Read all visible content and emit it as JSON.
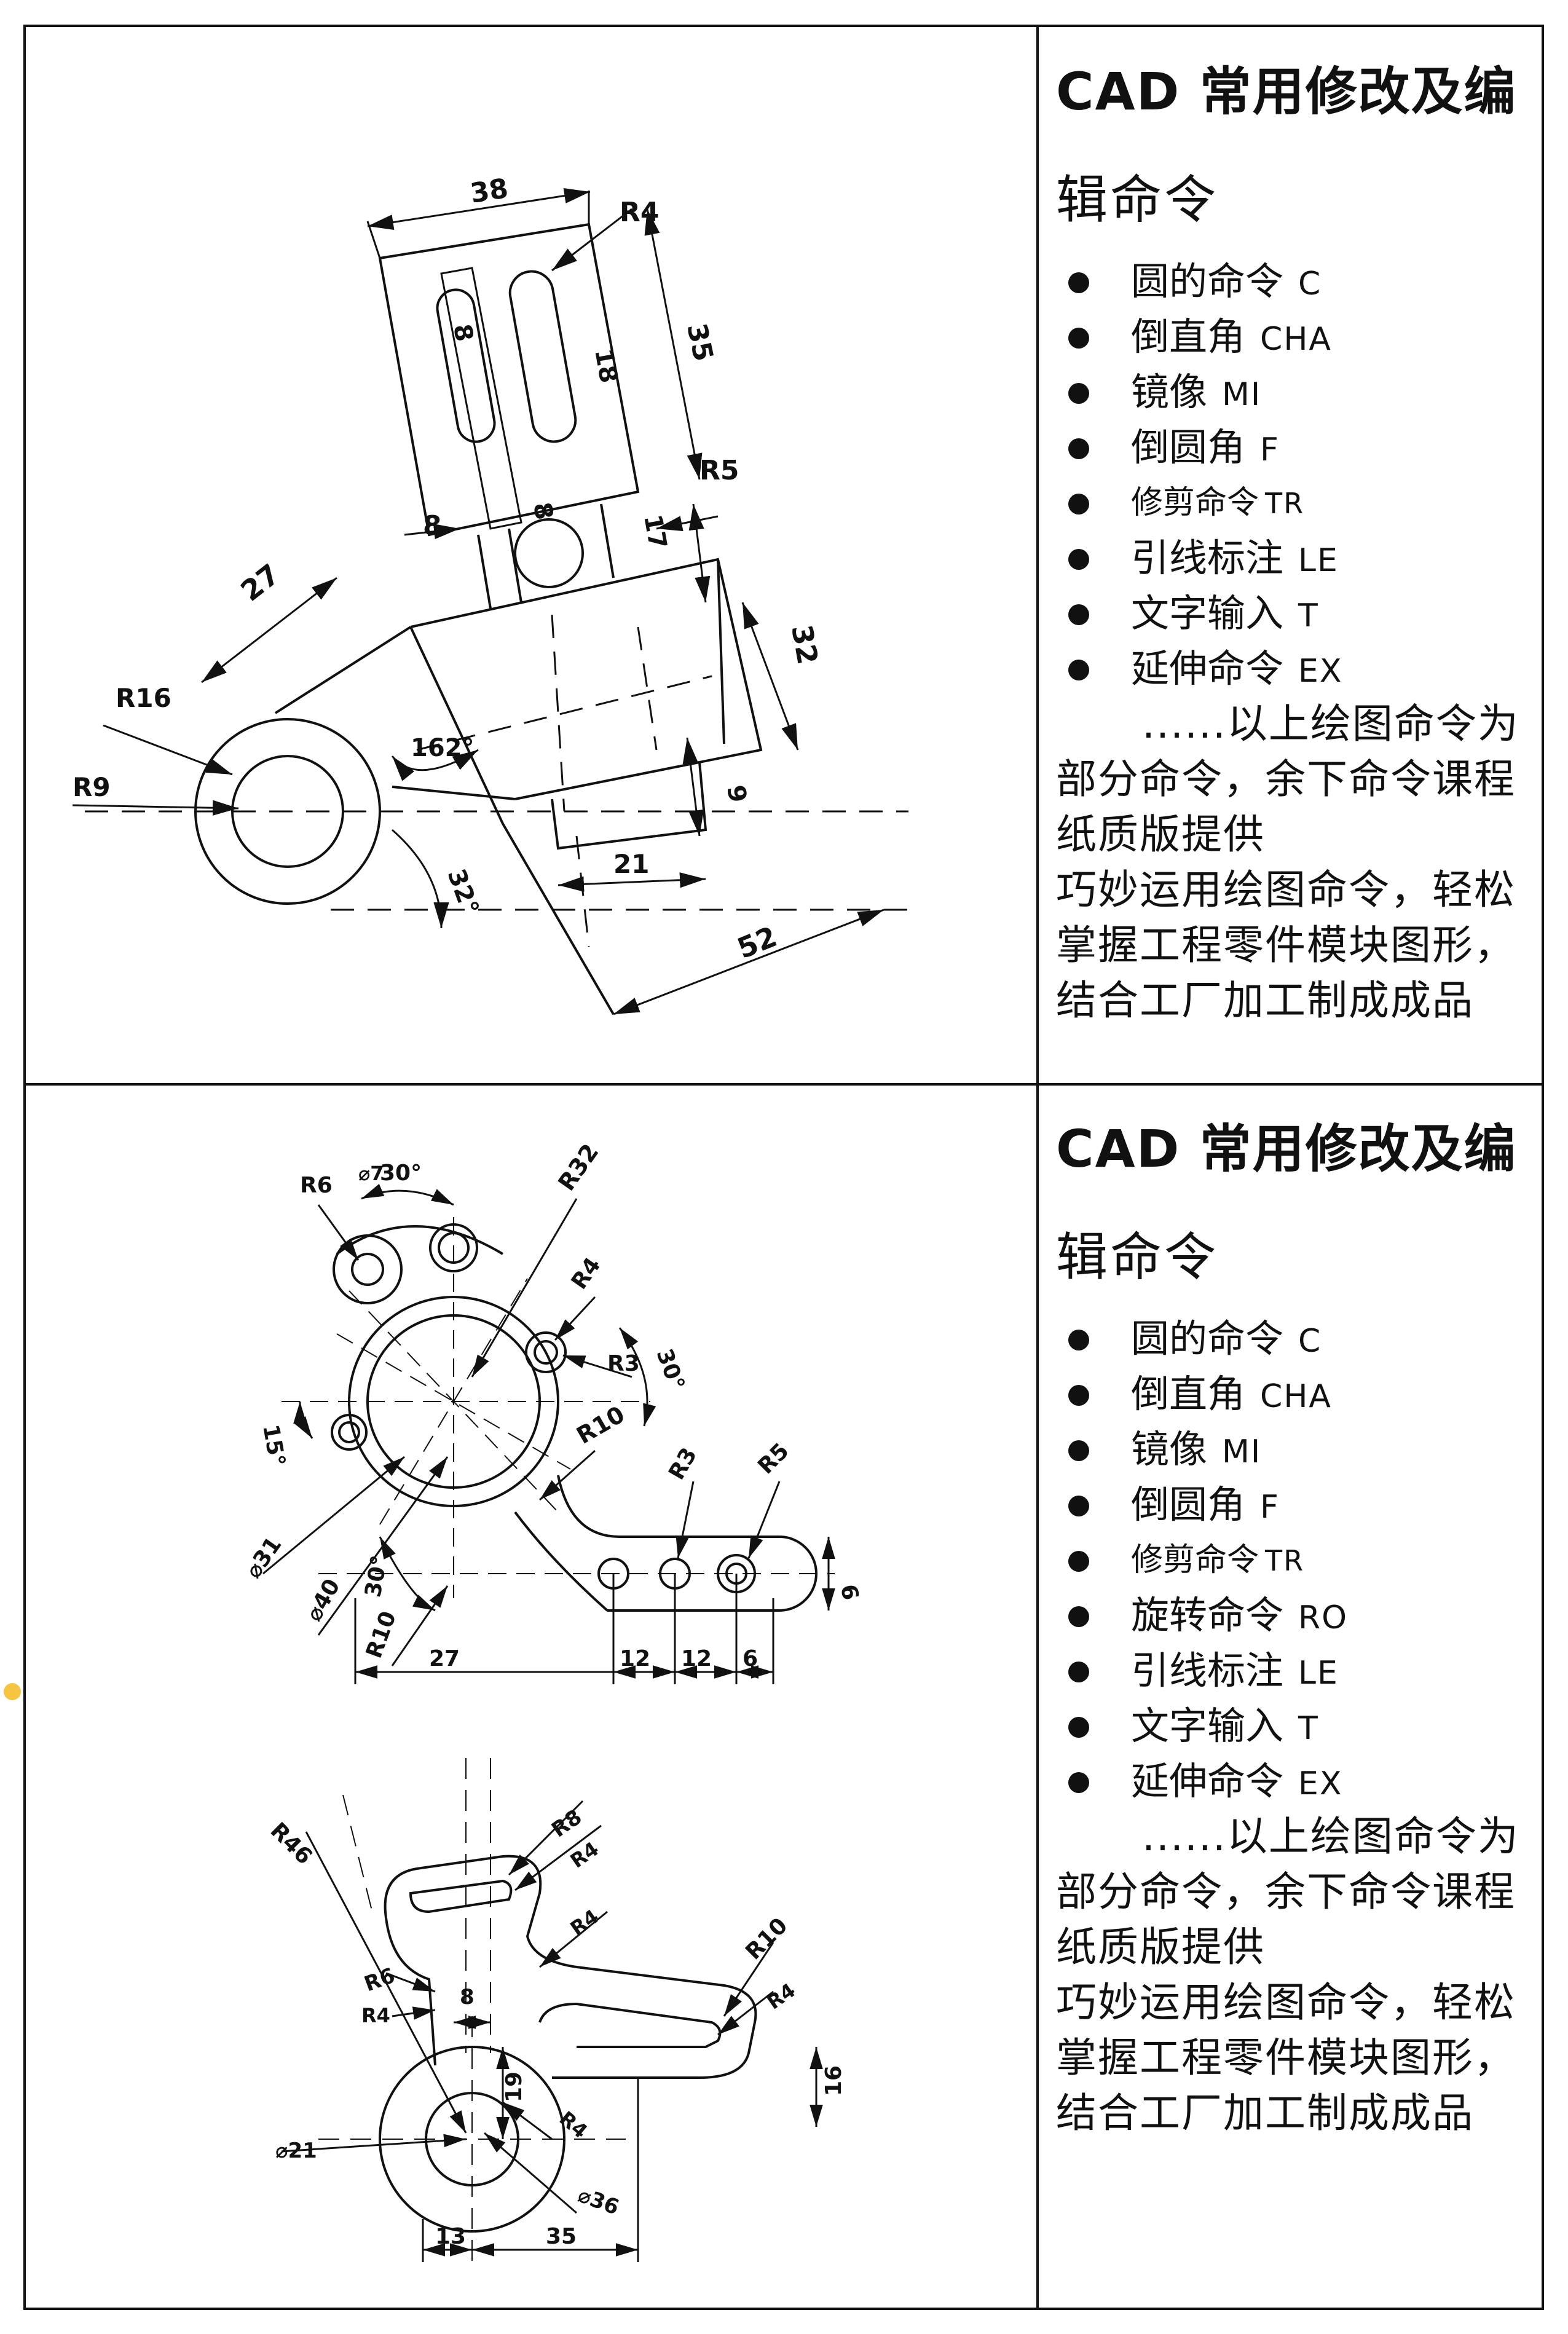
{
  "colors": {
    "ink": "#111111",
    "paper": "#ffffff",
    "marker": "#f5c542"
  },
  "icons": {
    "bullet": "bullet-dot-icon"
  },
  "panel1": {
    "title_line1": "CAD 常用修改及编",
    "title_line2": "辑命令",
    "commands": [
      {
        "name": "圆的命令",
        "code": "C"
      },
      {
        "name": "倒直角",
        "code": "CHA"
      },
      {
        "name": "镜像",
        "code": "MI"
      },
      {
        "name": "倒圆角",
        "code": "F"
      },
      {
        "name": "修剪命令",
        "code": "TR"
      },
      {
        "name": "引线标注",
        "code": "LE"
      },
      {
        "name": "文字输入",
        "code": "T"
      },
      {
        "name": "延伸命令",
        "code": "EX"
      }
    ],
    "note_lines": [
      "......以上绘图命令为",
      "部分命令，余下命令课程",
      "纸质版提供",
      "巧妙运用绘图命令，轻松",
      "掌握工程零件模块图形，",
      "结合工厂加工制成成品"
    ]
  },
  "panel2": {
    "title_line1": "CAD 常用修改及编",
    "title_line2": "辑命令",
    "commands": [
      {
        "name": "圆的命令",
        "code": "C"
      },
      {
        "name": "倒直角",
        "code": "CHA"
      },
      {
        "name": "镜像",
        "code": "MI"
      },
      {
        "name": "倒圆角",
        "code": "F"
      },
      {
        "name": "修剪命令",
        "code": "TR"
      },
      {
        "name": "旋转命令",
        "code": "RO"
      },
      {
        "name": "引线标注",
        "code": "LE"
      },
      {
        "name": "文字输入",
        "code": "T"
      },
      {
        "name": "延伸命令",
        "code": "EX"
      }
    ],
    "note_lines": [
      "......以上绘图命令为",
      "部分命令，余下命令课程",
      "纸质版提供",
      "巧妙运用绘图命令，轻松",
      "掌握工程零件模块图形，",
      "结合工厂加工制成成品"
    ]
  },
  "drawing1": {
    "dims": {
      "d38": "38",
      "r4": "R4",
      "d8a": "8",
      "d18": "18",
      "d35": "35",
      "d8b": "8",
      "d8c": "8",
      "d17": "17",
      "r5": "R5",
      "d27": "27",
      "d32a": "32",
      "r16": "R16",
      "r9": "R9",
      "a162": "162°",
      "d9": "9",
      "a32": "32°",
      "d21": "21",
      "d52": "52"
    }
  },
  "drawing2": {
    "dims": {
      "r6": "R6",
      "d7": "⌀7",
      "a30a": "30°",
      "r32": "R32",
      "r4": "R4",
      "r3a": "R3",
      "a30b": "30°",
      "a15": "15°",
      "r10a": "R10",
      "r3b": "R3",
      "r5": "R5",
      "d31": "⌀31",
      "d40": "⌀40",
      "a30c": "30°",
      "d6a": "6",
      "r10b": "R10",
      "d27": "27",
      "d12a": "12",
      "d12b": "12",
      "d6b": "6"
    }
  },
  "drawing3": {
    "dims": {
      "r8": "R8",
      "r4a": "R4",
      "r46": "R46",
      "r4b": "R4",
      "r6": "R6",
      "d8": "8",
      "r4c": "R4",
      "r10": "R10",
      "r4d": "R4",
      "d19": "19",
      "d16": "16",
      "d21": "⌀21",
      "r4e": "R4",
      "d36": "⌀36",
      "d13": "13",
      "d35": "35"
    }
  }
}
